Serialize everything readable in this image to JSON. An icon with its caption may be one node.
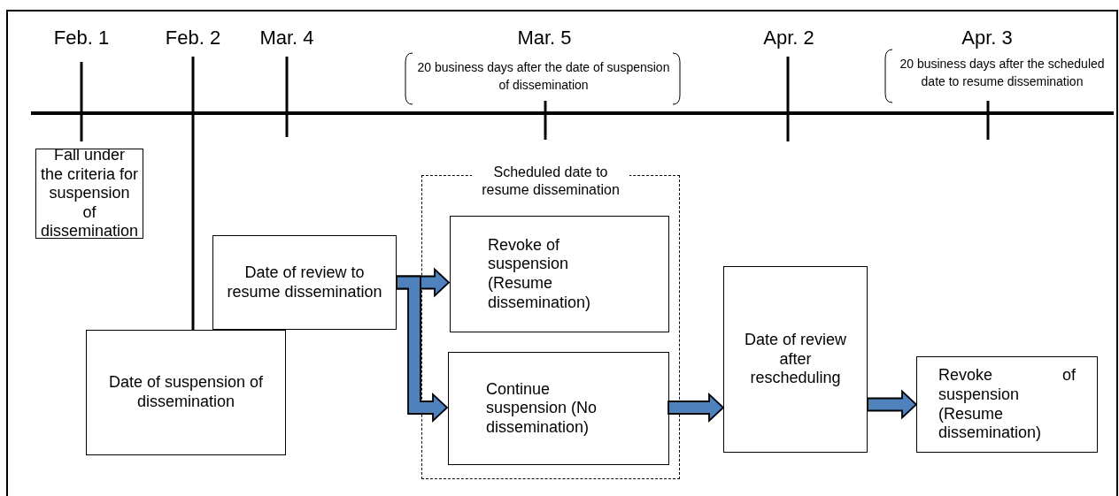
{
  "diagram": {
    "nodes": [
      {
        "text": [
          "Fall under the criteria for suspension of dissemination"
        ]
      },
      {
        "text": [
          "Date of suspension of dissemination"
        ]
      },
      {
        "text": [
          "Date of review to resume dissemination"
        ]
      },
      {
        "text": [
          "Scheduled date to resume dissemination"
        ]
      },
      {
        "text": [
          "Revoke of suspension (Resume dissemination)"
        ],
        "in": 3
      },
      {
        "text": [
          "Continue suspension (No dissemination)"
        ],
        "in": 3
      },
      {
        "text": [
          "Date of review after rescheduling"
        ]
      },
      {
        "text": [
          "Revoke of suspension (Resume dissemination)"
        ]
      }
    ],
    "edges": [
      {
        "from": 2,
        "to": 4,
        "arrow": "to"
      },
      {
        "from": 2,
        "to": 5,
        "arrow": "to"
      },
      {
        "from": 5,
        "to": 6,
        "arrow": "to"
      },
      {
        "from": 6,
        "to": 7,
        "arrow": "to"
      }
    ],
    "labels": [
      "Feb. 1",
      "Feb. 2",
      "Mar. 4",
      "Mar. 5",
      "20 business days after the date of suspension of dissemination",
      "Apr. 2",
      "Apr. 3",
      "20 business days after the scheduled date to resume dissemination"
    ]
  }
}
